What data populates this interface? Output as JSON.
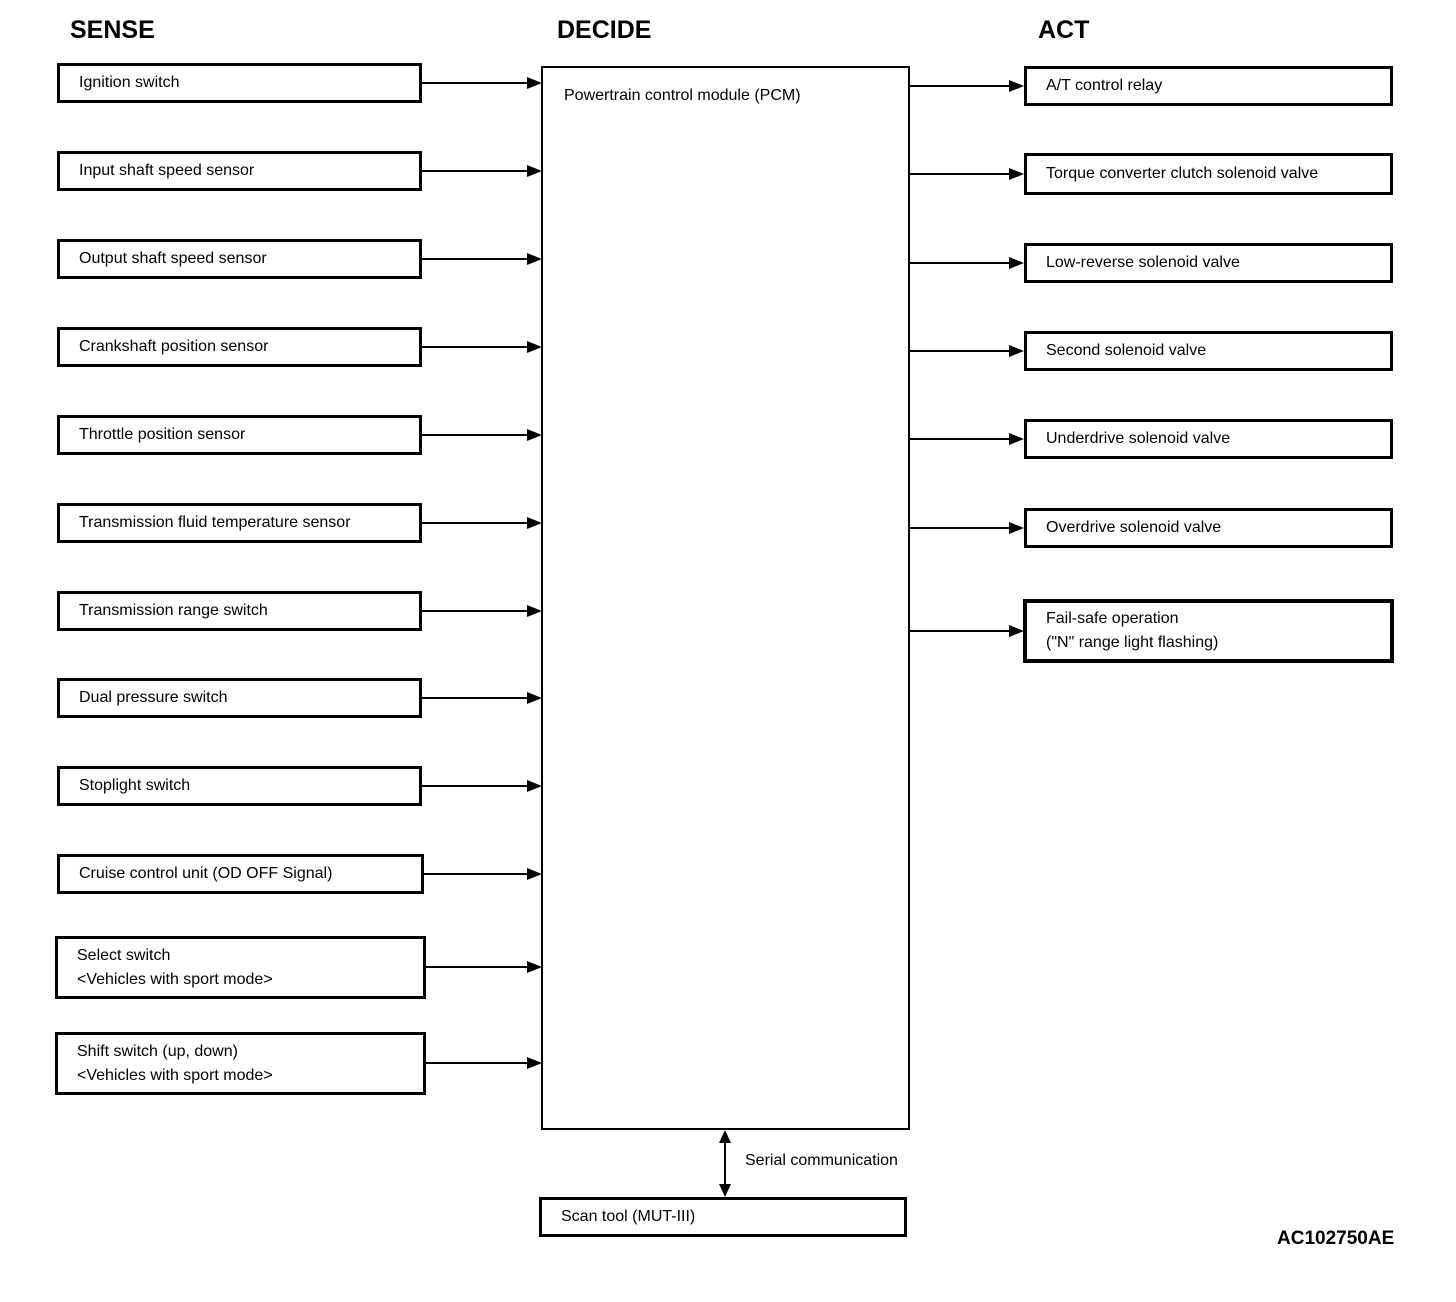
{
  "headers": {
    "sense": "SENSE",
    "decide": "DECIDE",
    "act": "ACT"
  },
  "sense": {
    "items": [
      {
        "label": "Ignition switch"
      },
      {
        "label": "Input shaft speed sensor"
      },
      {
        "label": "Output shaft speed sensor"
      },
      {
        "label": "Crankshaft position sensor"
      },
      {
        "label": "Throttle position sensor"
      },
      {
        "label": "Transmission fluid temperature sensor"
      },
      {
        "label": "Transmission range switch"
      },
      {
        "label": "Dual pressure switch"
      },
      {
        "label": "Stoplight switch"
      },
      {
        "label": "Cruise control unit (OD OFF Signal)"
      },
      {
        "label": "Select switch",
        "sub": "<Vehicles with sport mode>"
      },
      {
        "label": "Shift switch (up, down)",
        "sub": "<Vehicles with sport mode>"
      }
    ]
  },
  "decide": {
    "pcm_label": "Powertrain control module (PCM)",
    "serial_label": "Serial communication",
    "scan_tool_label": "Scan tool (MUT-III)"
  },
  "act": {
    "items": [
      {
        "label": "A/T control relay"
      },
      {
        "label": "Torque converter clutch solenoid valve"
      },
      {
        "label": "Low-reverse solenoid valve"
      },
      {
        "label": "Second solenoid valve"
      },
      {
        "label": "Underdrive solenoid valve"
      },
      {
        "label": "Overdrive solenoid valve"
      },
      {
        "label": "Fail-safe operation",
        "sub": "(\"N\" range light flashing)"
      }
    ]
  },
  "figure_code": "AC102750AE"
}
